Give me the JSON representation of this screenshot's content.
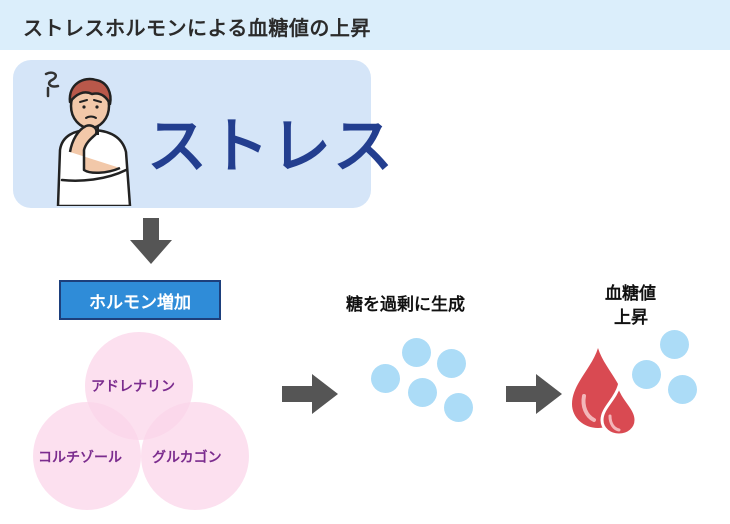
{
  "header": {
    "title": "ストレスホルモンによる血糖値の上昇"
  },
  "stress": {
    "label": "ストレス",
    "icon": "stressed-person-icon"
  },
  "hormone": {
    "box_label": "ホルモン増加",
    "items": [
      "アドレナリン",
      "コルチゾール",
      "グルカゴン"
    ]
  },
  "sugar": {
    "label": "糖を過剰に生成",
    "icon": "sugar-particle-icon"
  },
  "blood_sugar": {
    "label_line1": "血糖値",
    "label_line2": "上昇",
    "icon": "blood-drop-icon"
  },
  "colors": {
    "header_bg": "#dbeefb",
    "stress_panel_bg": "#d5e5f8",
    "stress_text": "#233e8f",
    "hormone_box": "#2f8cd8",
    "venn_fill": "#fbd6ea",
    "venn_text": "#7b2c8e",
    "sugar_dot": "#acdcf7",
    "blood": "#d94a52",
    "arrow": "#555555"
  }
}
